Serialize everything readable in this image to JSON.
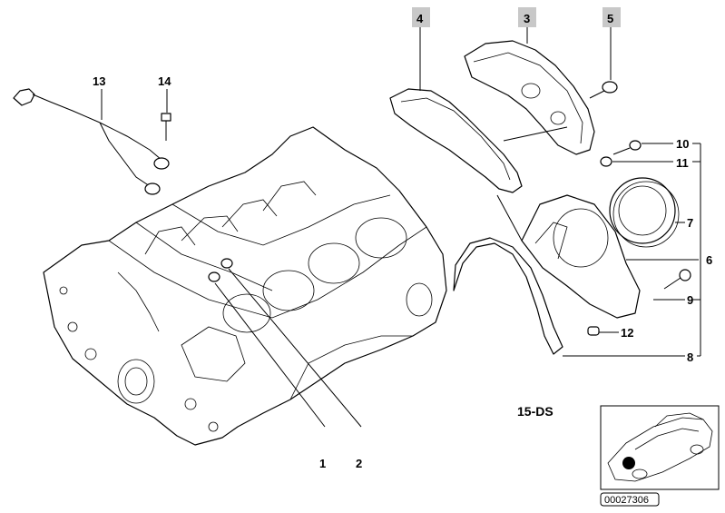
{
  "callouts": {
    "c1": "1",
    "c2": "2",
    "c3": "3",
    "c4": "4",
    "c5": "5",
    "c6": "6",
    "c7": "7",
    "c8": "8",
    "c9": "9",
    "c10": "10",
    "c11": "11",
    "c12": "12",
    "c13": "13",
    "c14": "14"
  },
  "highlight_color": "#c8c8c8",
  "diagram_code": "15-DS",
  "reference_number": "00027306"
}
